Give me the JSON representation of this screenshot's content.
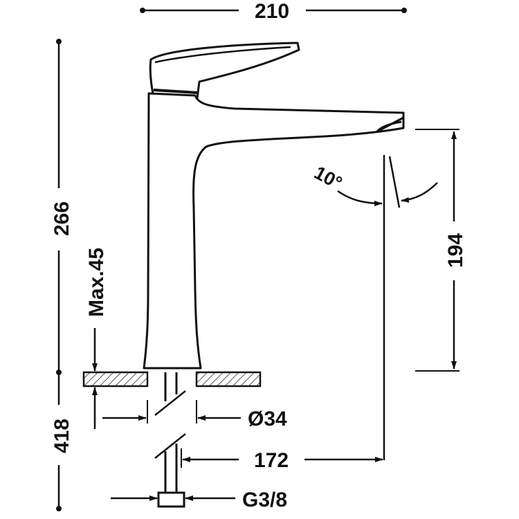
{
  "dimensions": {
    "width": "210",
    "total_height": "266",
    "max_deck_thickness": "Max.45",
    "spout_height": "194",
    "tilt_angle": "10°",
    "hole_diameter": "Ø34",
    "spout_reach": "172",
    "hose_length": "418",
    "thread_size": "G3/8"
  },
  "colors": {
    "line": "#111111",
    "background": "#ffffff"
  }
}
